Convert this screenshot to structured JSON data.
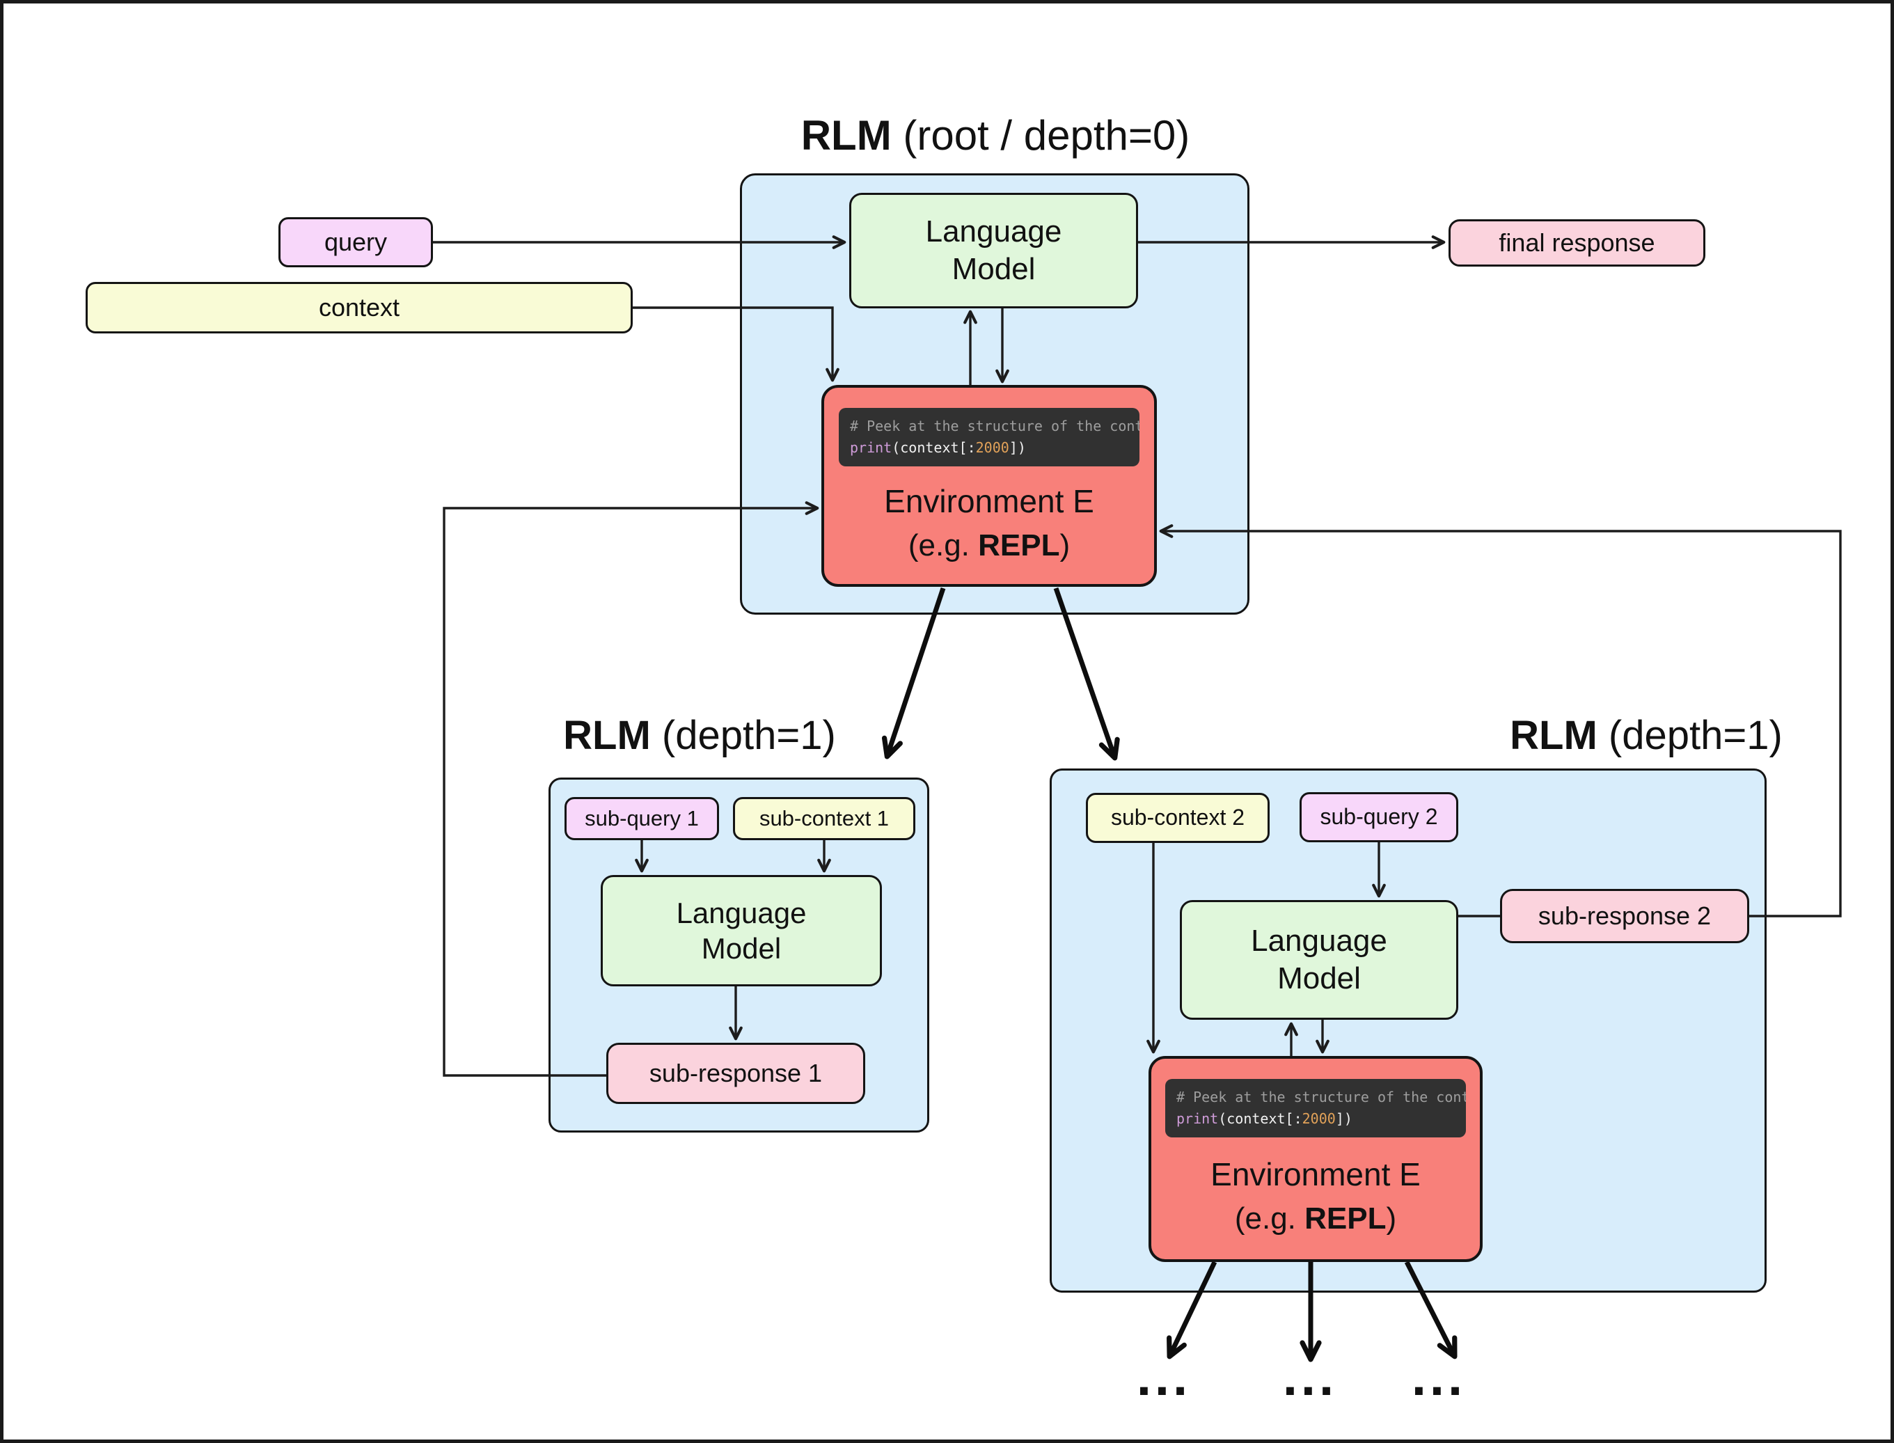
{
  "titles": {
    "root_bold": "RLM",
    "root_rest": "(root / depth=0)",
    "left_bold": "RLM",
    "left_rest": "(depth=1)",
    "right_bold": "RLM",
    "right_rest": "(depth=1)"
  },
  "labels": {
    "language_model": "Language Model",
    "query": "query",
    "context": "context",
    "final_response": "final response",
    "sub_query_1": "sub-query 1",
    "sub_context_1": "sub-context 1",
    "sub_response_1": "sub-response 1",
    "sub_context_2": "sub-context 2",
    "sub_query_2": "sub-query 2",
    "sub_response_2": "sub-response 2",
    "ellipsis": "..."
  },
  "env": {
    "title": "Environment E",
    "subtitle_prefix": "(e.g. ",
    "subtitle_bold": "REPL",
    "subtitle_suffix": ")"
  },
  "code": {
    "comment": "# Peek at the structure of the context",
    "function": "print",
    "args_open": "(context[:",
    "number": "2000",
    "args_close": "])"
  },
  "colors": {
    "container_blue": "#D8EDFB",
    "model_green": "#E0F7DB",
    "query_pink": "#F8D7FA",
    "context_yellow": "#F9FBD6",
    "response_rose": "#FBD3DD",
    "env_red": "#F8807A",
    "code_bg": "#313131",
    "code_comment": "#9E9E9E",
    "code_text": "#F2F2F2",
    "code_function": "#CF9CD9",
    "code_number": "#E2A259",
    "line": "#1C1C1C"
  }
}
